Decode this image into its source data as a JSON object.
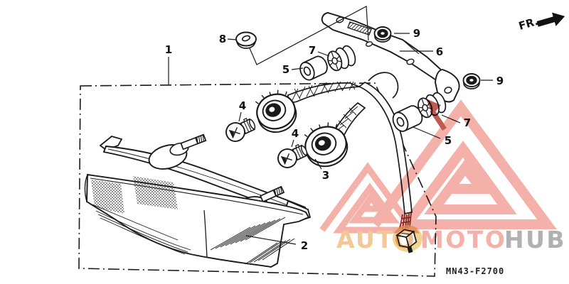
{
  "diagram": {
    "code": "MN43-F2700",
    "fr_label": "FR."
  },
  "callouts": [
    {
      "num": "1"
    },
    {
      "num": "8"
    },
    {
      "num": "7"
    },
    {
      "num": "5"
    },
    {
      "num": "9"
    },
    {
      "num": "6"
    },
    {
      "num": "9"
    },
    {
      "num": "7"
    },
    {
      "num": "5"
    },
    {
      "num": "4"
    },
    {
      "num": "4"
    },
    {
      "num": "3"
    },
    {
      "num": "2"
    }
  ],
  "watermark": {
    "segments": [
      {
        "text": "AUTO",
        "color": "#efc187"
      },
      {
        "text": "MOTO",
        "color": "#f2a69e"
      },
      {
        "text": "HUB",
        "color": "#a6a6a6"
      }
    ],
    "logo_color": "#f2a69e",
    "annotation_arrow_color": "#b8443a"
  }
}
